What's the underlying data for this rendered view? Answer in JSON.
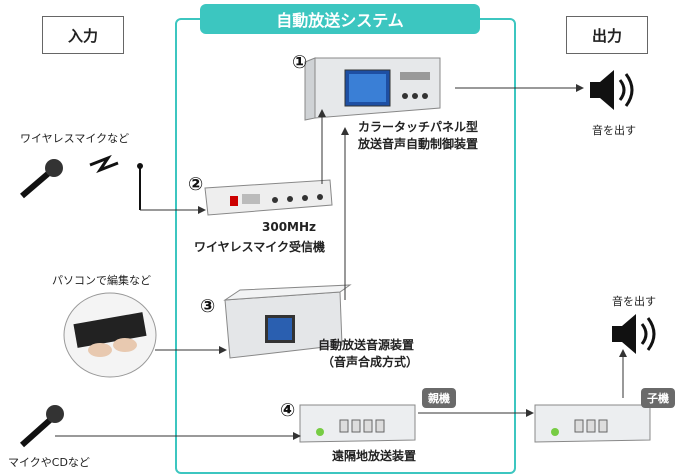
{
  "title": "自動放送システム",
  "input_label": "入力",
  "output_label": "出力",
  "devices": {
    "d1": {
      "num": "①",
      "name_line1": "カラータッチパネル型",
      "name_line2": "放送音声自動制御装置"
    },
    "d2": {
      "num": "②",
      "name_line1": "300MHz",
      "name_line2": "ワイヤレスマイク受信機"
    },
    "d3": {
      "num": "③",
      "name_line1": "自動放送音源装置",
      "name_line2": "（音声合成方式）"
    },
    "d4": {
      "num": "④",
      "name_line1": "遠隔地放送装置",
      "parent_tag": "親機",
      "child_tag": "子機"
    }
  },
  "inputs": {
    "wireless_mic": "ワイヤレスマイクなど",
    "pc": "パソコンで編集など",
    "mic_cd": "マイクやCDなど"
  },
  "outputs": {
    "sound_top": "音を出す",
    "sound_bottom": "音を出す"
  },
  "colors": {
    "accent": "#3cc6c0",
    "tag": "#6a6a6a"
  }
}
